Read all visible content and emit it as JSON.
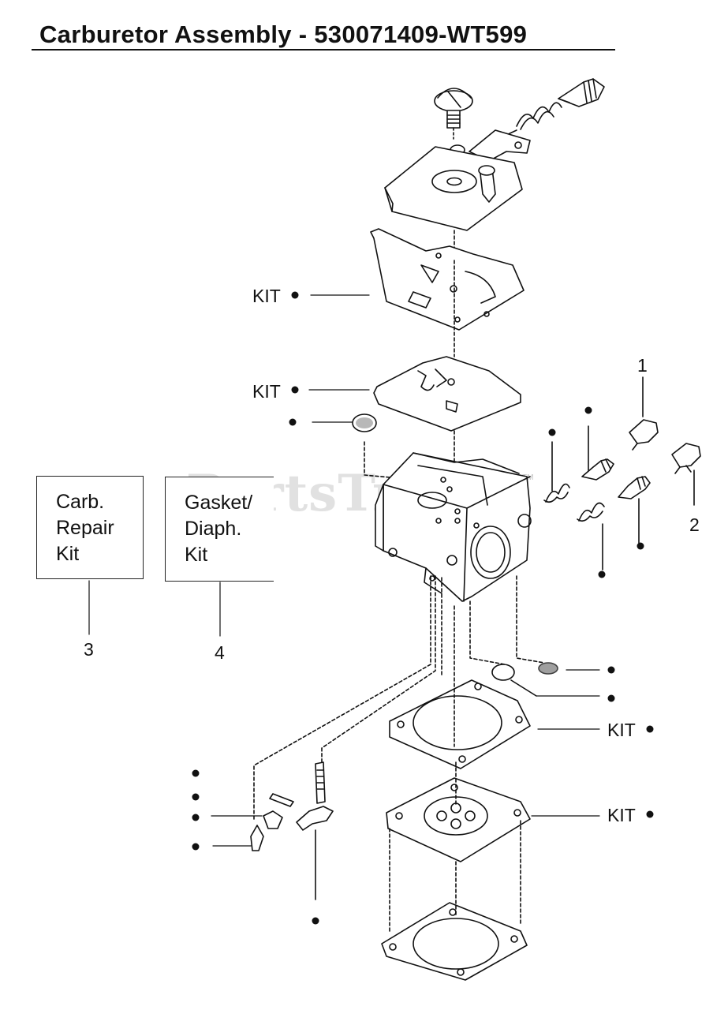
{
  "title": "Carburetor Assembly - 530071409-WT599",
  "watermark": {
    "text": "PartsTree",
    "trademark": "TM"
  },
  "boxes": {
    "carb_repair_kit": "Carb.\nRepair\nKit",
    "gasket_diaph_kit": "Gasket/\nDiaph.\nKit"
  },
  "callouts": {
    "kit_label": "KIT",
    "num_1": "1",
    "num_2": "2",
    "num_3": "3",
    "num_4": "4"
  },
  "colors": {
    "ink": "#111111",
    "part_fill": "#ffffff",
    "hatch": "#888888",
    "watermark": "#aaaaaa"
  },
  "legend_marker": "●"
}
